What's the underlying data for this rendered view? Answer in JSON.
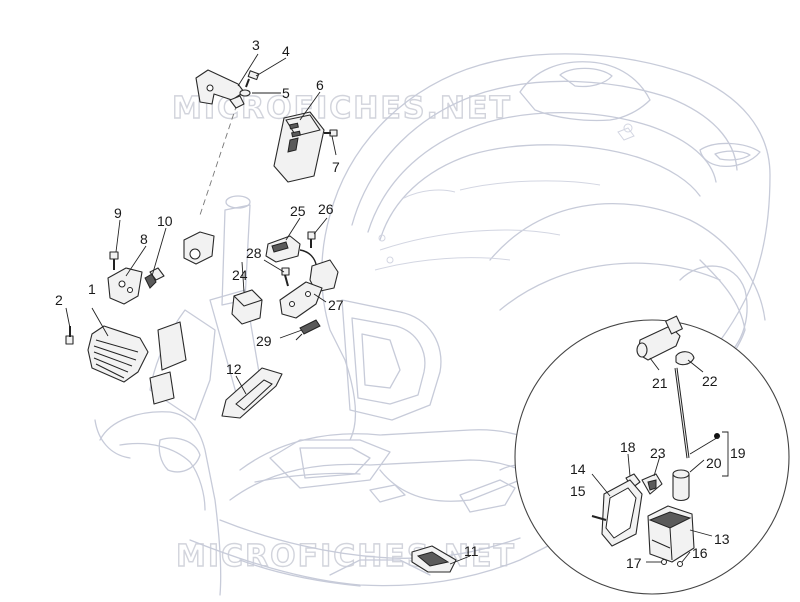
{
  "watermark": "MICROFICHES.NET",
  "callouts": {
    "c1": "1",
    "c2": "2",
    "c3": "3",
    "c4": "4",
    "c5": "5",
    "c6": "6",
    "c7": "7",
    "c8": "8",
    "c9": "9",
    "c10": "10",
    "c11": "11",
    "c12": "12",
    "c13": "13",
    "c14": "14",
    "c15": "15",
    "c16": "16",
    "c17": "17",
    "c18": "18",
    "c19": "19",
    "c20": "20",
    "c21": "21",
    "c22": "22",
    "c23": "23",
    "c24": "24",
    "c25": "25",
    "c26": "26",
    "c27": "27",
    "c28": "28",
    "c29": "29"
  }
}
